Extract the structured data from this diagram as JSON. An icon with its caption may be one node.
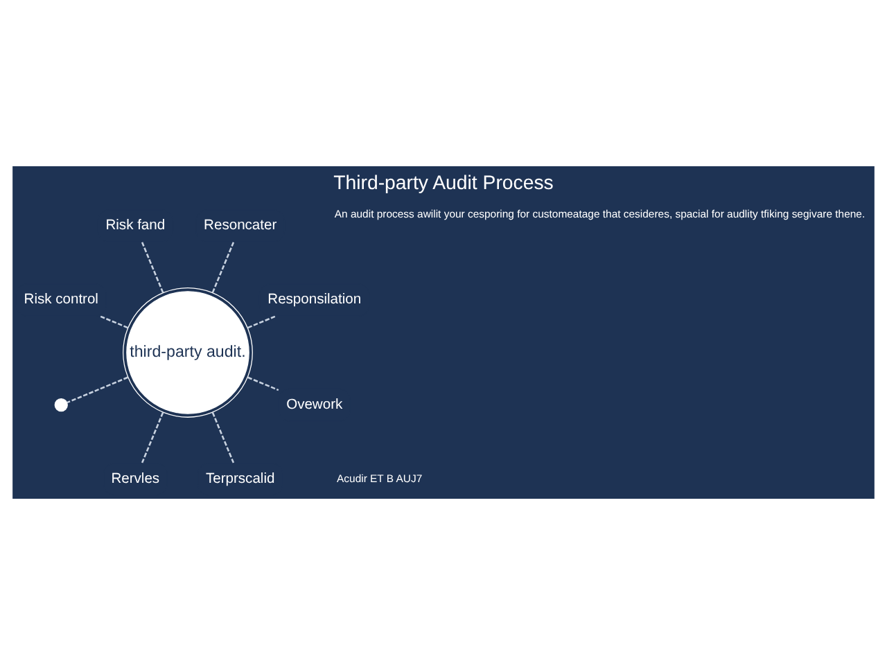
{
  "diagram": {
    "title": "Third-party Audit Process",
    "nodes": [
      {
        "text": [
          "Responsilation"
        ]
      },
      {
        "text": [
          "Resoncater"
        ]
      },
      {
        "text": [
          "Risk fand"
        ]
      },
      {
        "text": [
          "Risk control"
        ]
      },
      {
        "text": [
          "third-party audit."
        ]
      },
      {
        "text": [],
        "shape": "circle"
      },
      {
        "text": [
          "Rervles"
        ]
      },
      {
        "text": [
          "Terprscalid"
        ]
      },
      {
        "text": [
          "Ovework"
        ]
      }
    ],
    "edges": [
      {
        "from": 4,
        "to": 0,
        "arrow": "none",
        "style": "dashed"
      },
      {
        "from": 4,
        "to": 1,
        "arrow": "none",
        "style": "dashed"
      },
      {
        "from": 4,
        "to": 2,
        "arrow": "none",
        "style": "dashed"
      },
      {
        "from": 4,
        "to": 3,
        "arrow": "none",
        "style": "dashed"
      },
      {
        "from": 4,
        "to": 5,
        "arrow": "none",
        "style": "dashed"
      },
      {
        "from": 4,
        "to": 6,
        "arrow": "none",
        "style": "dashed"
      },
      {
        "from": 4,
        "to": 7,
        "arrow": "none",
        "style": "dashed"
      },
      {
        "from": 4,
        "to": 8,
        "arrow": "none",
        "style": "dashed"
      }
    ],
    "labels": [
      "An audit process awilit your cesporing for customeatage that cesideres, spacial for audlity tfiking segivare thene.",
      "Acudir ET B AUJ7"
    ]
  }
}
